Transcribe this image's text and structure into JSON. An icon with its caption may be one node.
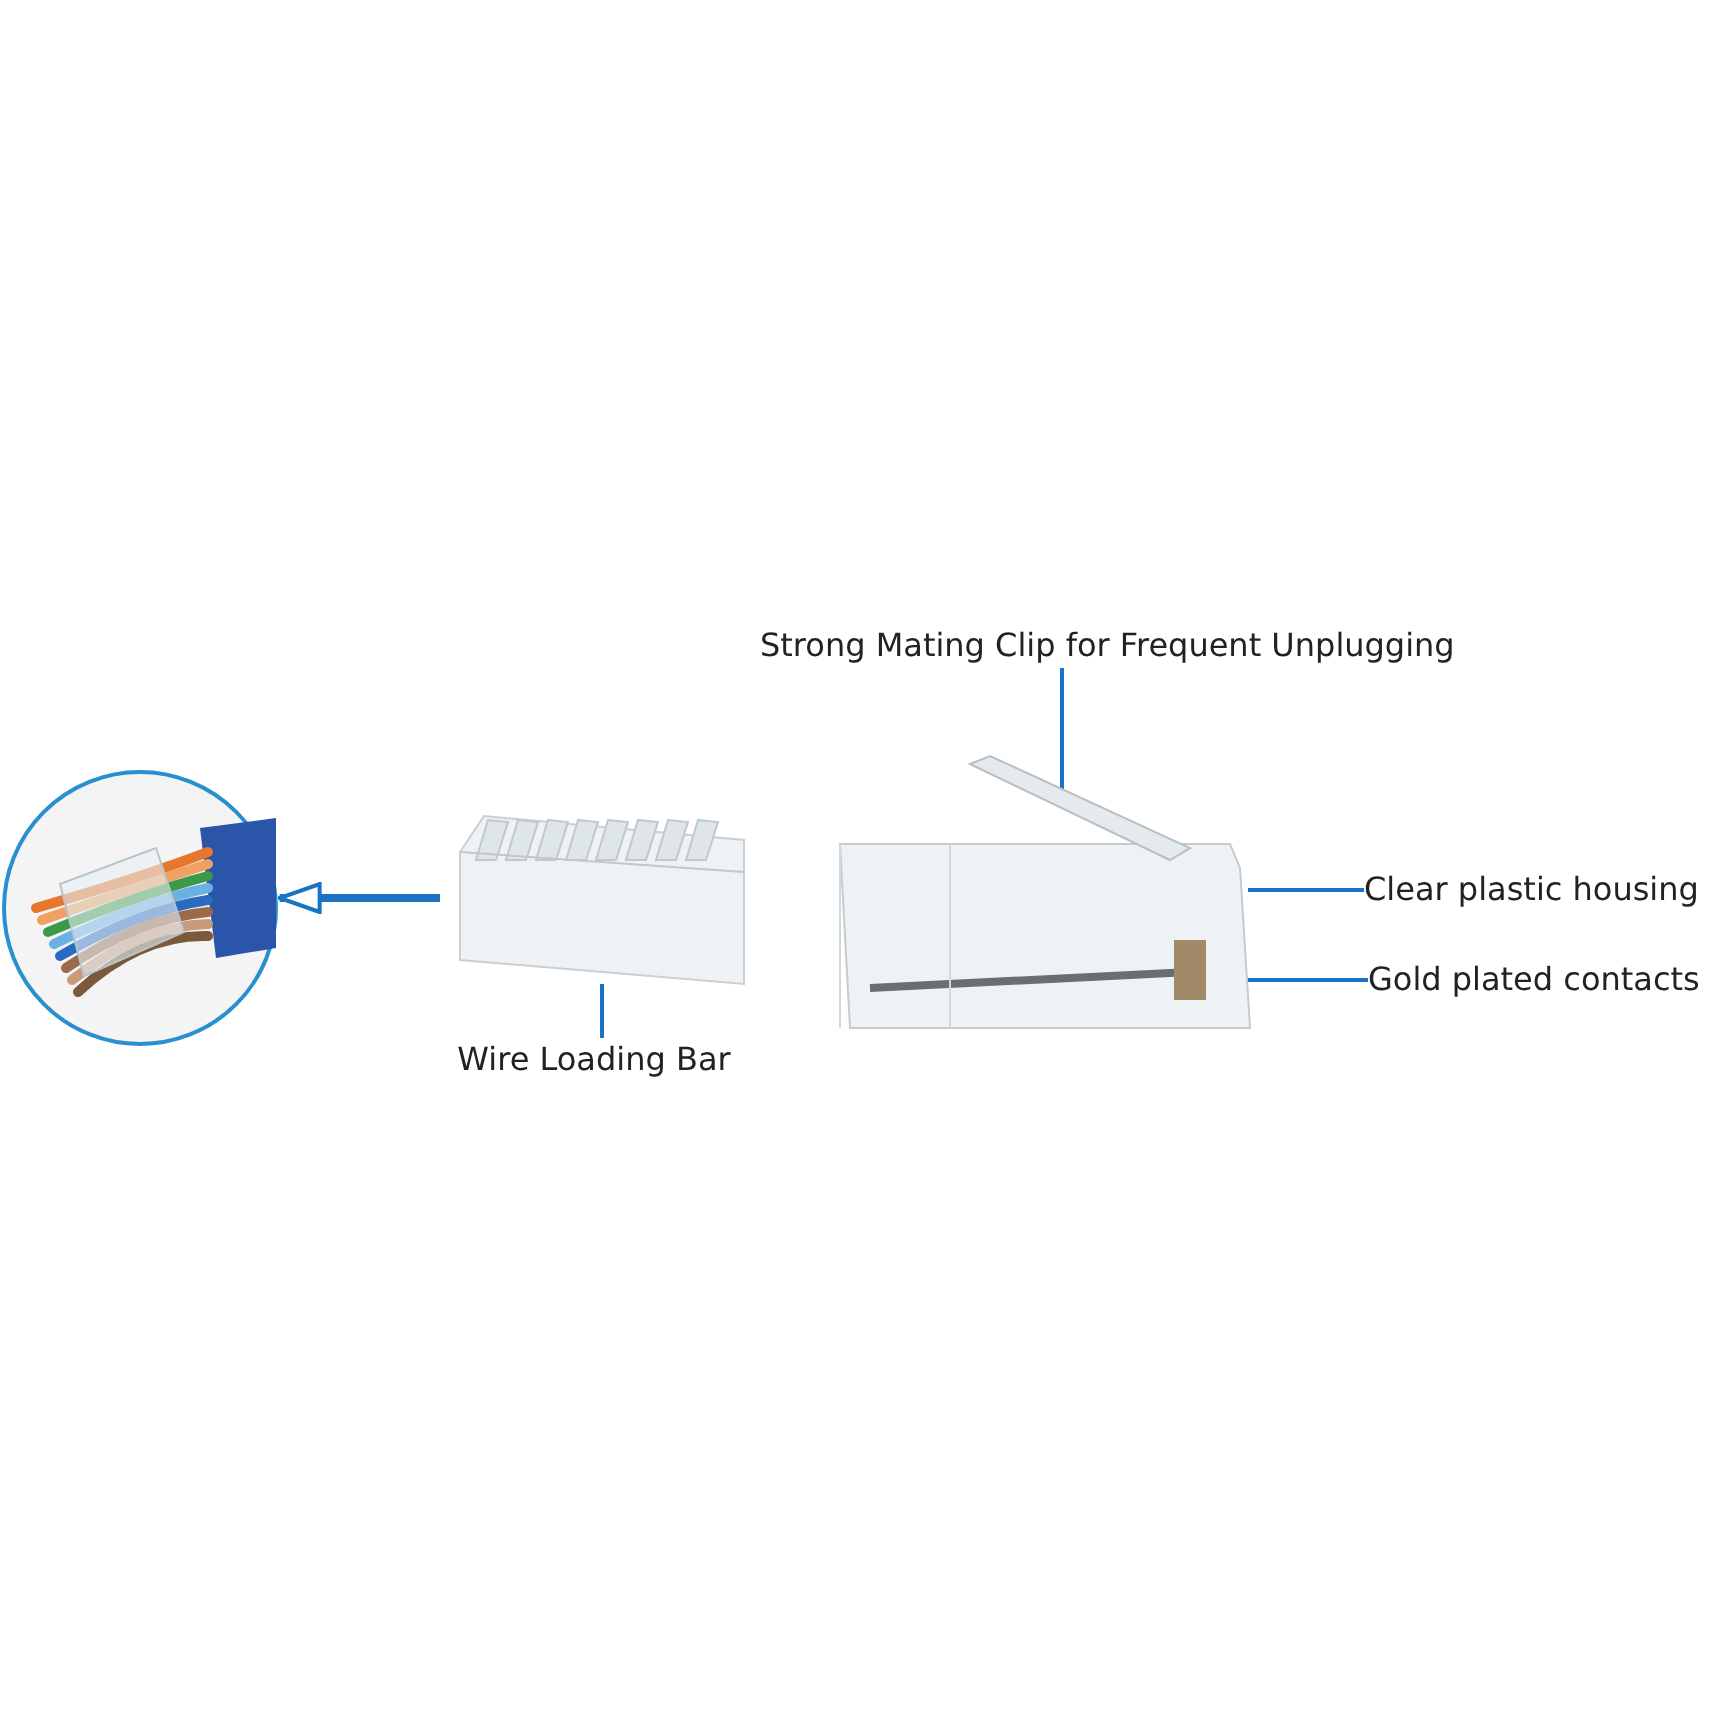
{
  "diagram": {
    "nodes": [
      {
        "text": [],
        "shape": "picture"
      },
      {
        "text": [],
        "shape": "picture"
      },
      {
        "text": [],
        "shape": "picture"
      },
      {
        "text": [
          "Wire Loading Bar"
        ]
      },
      {
        "text": [
          "Strong Mating Clip for Frequent Unplugging"
        ]
      },
      {
        "text": [
          "Clear plastic housing"
        ]
      },
      {
        "text": [
          "Gold plated contacts"
        ]
      }
    ],
    "edges": [
      {
        "from": 1,
        "to": 0,
        "arrow": "to",
        "style": "thick"
      },
      {
        "from": 3,
        "to": 1,
        "arrow": "none"
      },
      {
        "from": 4,
        "to": 2,
        "arrow": "none"
      },
      {
        "from": 5,
        "to": 2,
        "arrow": "none"
      },
      {
        "from": 6,
        "to": 2,
        "arrow": "none"
      }
    ]
  }
}
